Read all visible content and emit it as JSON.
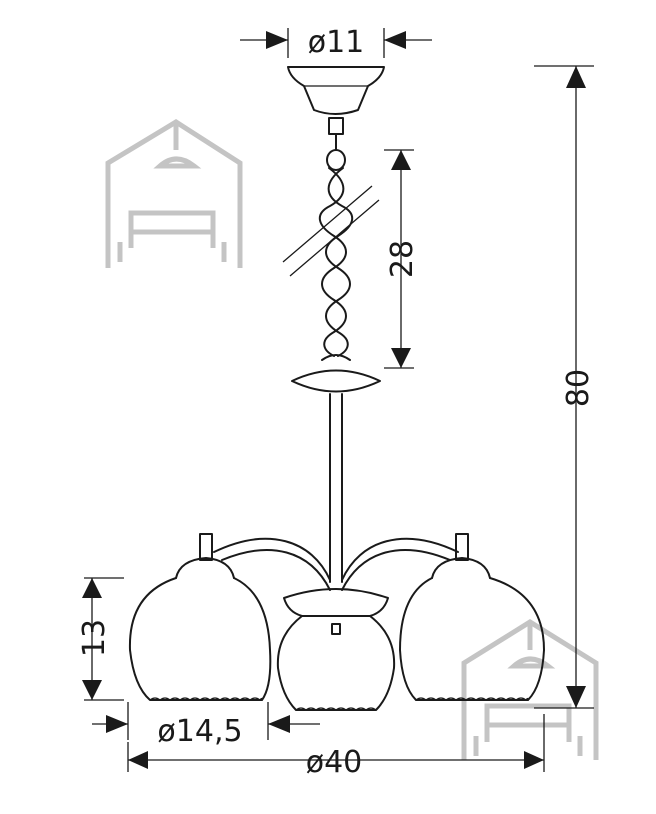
{
  "dimensions": {
    "canopy_diameter": "ø11",
    "chain_length": "28",
    "total_height": "80",
    "shade_height": "13",
    "shade_diameter": "ø14,5",
    "total_diameter": "ø40"
  },
  "icons": {
    "watermark": "house-sofa-logo-icon",
    "arrow": "arrowhead-icon"
  },
  "colors": {
    "line": "#1a1a1a",
    "watermark": "#c4c4c4",
    "background": "#ffffff"
  }
}
